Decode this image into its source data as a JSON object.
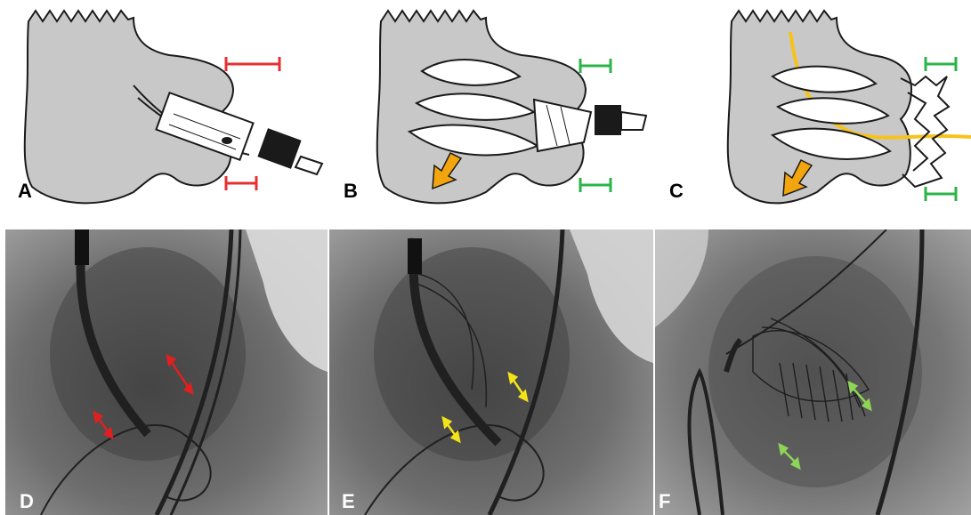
{
  "figure": {
    "panels": [
      {
        "letter": "A",
        "kind": "schematic",
        "marker_color": "#e53030"
      },
      {
        "letter": "B",
        "kind": "schematic",
        "marker_color": "#2bb44a",
        "arrow_color": "#f2a50f"
      },
      {
        "letter": "C",
        "kind": "schematic",
        "marker_color": "#2bb44a",
        "arrow_color": "#f2a50f",
        "line_color": "#f7c21a"
      },
      {
        "letter": "D",
        "kind": "fluoroscopy",
        "marker_color": "#e02020"
      },
      {
        "letter": "E",
        "kind": "fluoroscopy",
        "marker_color": "#f2e21a"
      },
      {
        "letter": "F",
        "kind": "fluoroscopy",
        "marker_color": "#8ed457"
      }
    ],
    "colors": {
      "anatomy_fill": "#c8c8c8",
      "outline": "#1a1a1a",
      "background": "#ffffff"
    }
  }
}
